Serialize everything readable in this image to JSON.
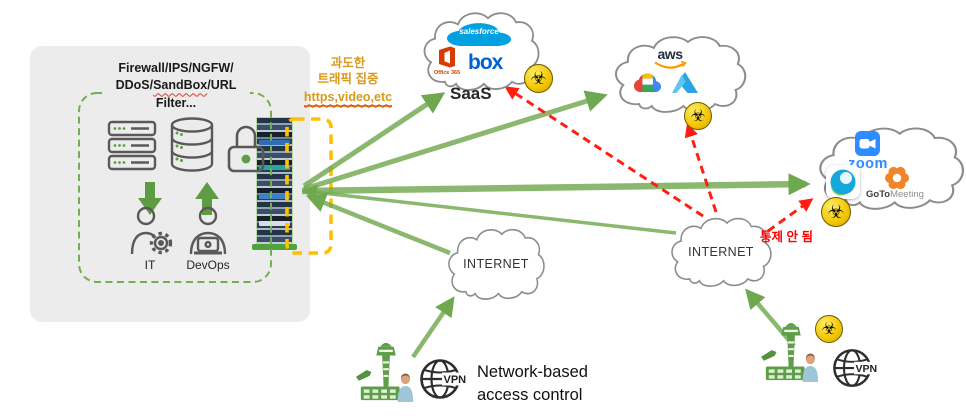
{
  "panel": {
    "title": {
      "line1": "Firewall/IPS/NGFW/",
      "line2_pre": "DDoS/",
      "line2_word": "SandBox",
      "line2_post": "/URL",
      "line3": "Filter..."
    },
    "roles": {
      "it": "IT",
      "devops": "DevOps"
    }
  },
  "traffic_note": {
    "line1": "과도한",
    "line2": "트래픽 집중",
    "line3": "https,video,etc"
  },
  "clouds": {
    "saas": {
      "label": "SaaS",
      "salesforce": "salesforce",
      "office365": "Office 365",
      "box": "box"
    },
    "iaas": {
      "aws": "aws"
    },
    "meeting": {
      "zoom": "zoom",
      "goto": "GoTo",
      "meeting": "Meeting"
    },
    "internet": {
      "label": "INTERNET"
    }
  },
  "warning": {
    "uncontrolled": "통제 안 됨",
    "biohazard": "☣"
  },
  "access_control": {
    "vpn": "VPN",
    "caption_line1": "Network-based",
    "caption_line2": "access control"
  },
  "colors": {
    "arrow_green": "#70AD47",
    "dashed_gold": "#FFC000",
    "note_orange": "#D8991C",
    "warn_red": "#FF0000",
    "box_blue": "#0061D5",
    "salesforce_blue": "#00A1E0",
    "zoom_blue": "#2D8CFF",
    "office_orange": "#D83B01",
    "aws_orange": "#FF9900"
  }
}
